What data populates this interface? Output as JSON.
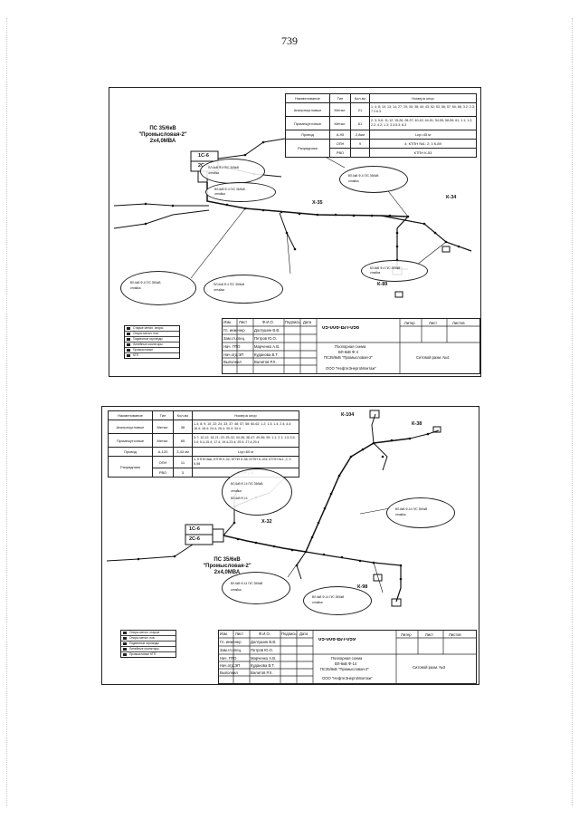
{
  "page": {
    "number": "739"
  },
  "sheet1": {
    "substation": {
      "name": "ПС 35/6кВ",
      "quoted": "\"Промысловая-2\"",
      "power": "2х4,0МВА"
    },
    "bus_labels": [
      "1С-6",
      "2С-6"
    ],
    "nodes": [
      "Х-35",
      "К-34",
      "К-89"
    ],
    "spec_table": {
      "headers": [
        "Наименование",
        "Тип",
        "Кол-во",
        "Номера опор"
      ],
      "rows": [
        {
          "name": "Анкерноугловые",
          "type": "Метал.",
          "qty": "21",
          "nums": "1; 4; 8; 10; 13; 14; 27; 29; 35; 38; 40; 43; 52; 53; 56; 57; 60; 66; 3.2; 2.3; 7.3 6.3"
        },
        {
          "name": "Промежуточные",
          "type": "Метал.",
          "qty": "61",
          "nums": "2; 3; 5-6; 11-12; 15-26; 28-37; 40-42; 44-51; 54-55; 58-59; 61; 1.1; 1.2; 2.2; 4.2; 1.3; 3.3-5.3; 8.3"
        },
        {
          "name": "Провод",
          "type": "А-95",
          "qty": "2,8км",
          "nums": "Lcp=45 м"
        },
        {
          "name": "Разрядники",
          "type": "ОПН",
          "qty": "9",
          "nums": "4; КТПН №1; 2; 3 К-89"
        },
        {
          "name": "",
          "type": "РВО",
          "qty": "",
          "nums": "КТПН К-53"
        }
      ]
    },
    "title_block": {
      "code": "05-006-ВЛ-056",
      "drawing": [
        "Поопорная схема",
        "ВЛ-6кВ Ф-4",
        "ПС35/6кВ \"Промысловая-2\""
      ],
      "company": "ООО \"НефтеЭнергоМонтаж\"",
      "sheet_name": "Ситовой разм. №4",
      "col_headers": [
        "Изм.",
        "Лист",
        "Ф.И.О.",
        "Подпись",
        "Дата"
      ],
      "stage_headers": [
        "Литер",
        "Лист",
        "Листов"
      ],
      "people": [
        {
          "role": "Гл. инженер",
          "name": "Долгушин В.В."
        },
        {
          "role": "Зам.гл.спец.",
          "name": "Петров Ю.О."
        },
        {
          "role": "Нач. ПТО",
          "name": "Марченко А.В."
        },
        {
          "role": "Нач.отд.ЭП",
          "name": "Куданова В.Т."
        },
        {
          "role": "Выполнил",
          "name": "Валитов Р.Х."
        }
      ]
    },
    "legend": [
      "Старые метал. опоры",
      "Опоры метал. нов.",
      "Подвесные гирлянды",
      "Линейные изоляторы",
      "Промысловые",
      "КТП"
    ]
  },
  "sheet2": {
    "substation": {
      "name": "ПС 35/6кВ",
      "quoted": "\"Промысловая-2\"",
      "power": "2х4,0МВА"
    },
    "bus_labels": [
      "1С-6",
      "2С-6"
    ],
    "nodes": [
      "К-104",
      "К-38",
      "Х-32",
      "К-98"
    ],
    "spec_table": {
      "headers": [
        "Наименование",
        "Тип",
        "Кол-во",
        "Номера опор"
      ],
      "rows": [
        {
          "name": "Анкерноугловые",
          "type": "Метал.",
          "qty": "38",
          "nums": "1-4; 8; 9; 10; 22; 24; 33; 37; 48; 57; 58; 60-62; 1.2; 1.3; 1.4; 2.4; 4.4; 16.4; 18.4; 24.4; 26.4; 30.4; 34.4"
        },
        {
          "name": "Промежуточные",
          "type": "Метал.",
          "qty": "85",
          "nums": "5-7; 10-12; 18-21; 23; 25-32; 34-36; 38-47; 49-56; 59; 1.1; 2.1; 1.5-3.5; 3.4; 5.4-15.4; 17.4; 19.4-23.4; 25.4; 27.4-29.4"
        },
        {
          "name": "Провод",
          "type": "А-120",
          "qty": "3,43 км",
          "nums": "Lcp=60 м"
        },
        {
          "name": "Разрядники",
          "type": "ОПН",
          "qty": "11",
          "nums": "1; КТПН 6кв; КТПН К-32; КТПН К-38; КТПН К-104; КТПН №1; 2; 3 К-98"
        },
        {
          "name": "",
          "type": "РВО",
          "qty": "3",
          "nums": "КТПН р-8"
        }
      ]
    },
    "title_block": {
      "code": "05-006-ВЛ-059",
      "drawing": [
        "Поопорная схема",
        "ВЛ-6кВ Ф-14",
        "ПС35/6кВ \"Промысловая-2\""
      ],
      "company": "ООО \"НефтеЭнергоМонтаж\"",
      "sheet_name": "Ситовой разм. №3",
      "col_headers": [
        "Изм.",
        "Лист",
        "Ф.И.О.",
        "Подпись",
        "Дата"
      ],
      "stage_headers": [
        "Литер",
        "Лист",
        "Листов"
      ],
      "people": [
        {
          "role": "Гл. инженер",
          "name": "Долгушин В.В."
        },
        {
          "role": "Зам.гл.спец.",
          "name": "Петров Ю.О."
        },
        {
          "role": "Нач. ПТО",
          "name": "Марченко А.В."
        },
        {
          "role": "Нач.отд.ЭП",
          "name": "Куданова В.Т."
        },
        {
          "role": "Выполнил",
          "name": "Валитов Р.Х."
        }
      ]
    },
    "legend": [
      "Опоры метал. старые",
      "Опоры метал. нов.",
      "Подвесные гирлянды",
      "Линейные изоляторы",
      "Промысловые КТП"
    ]
  }
}
